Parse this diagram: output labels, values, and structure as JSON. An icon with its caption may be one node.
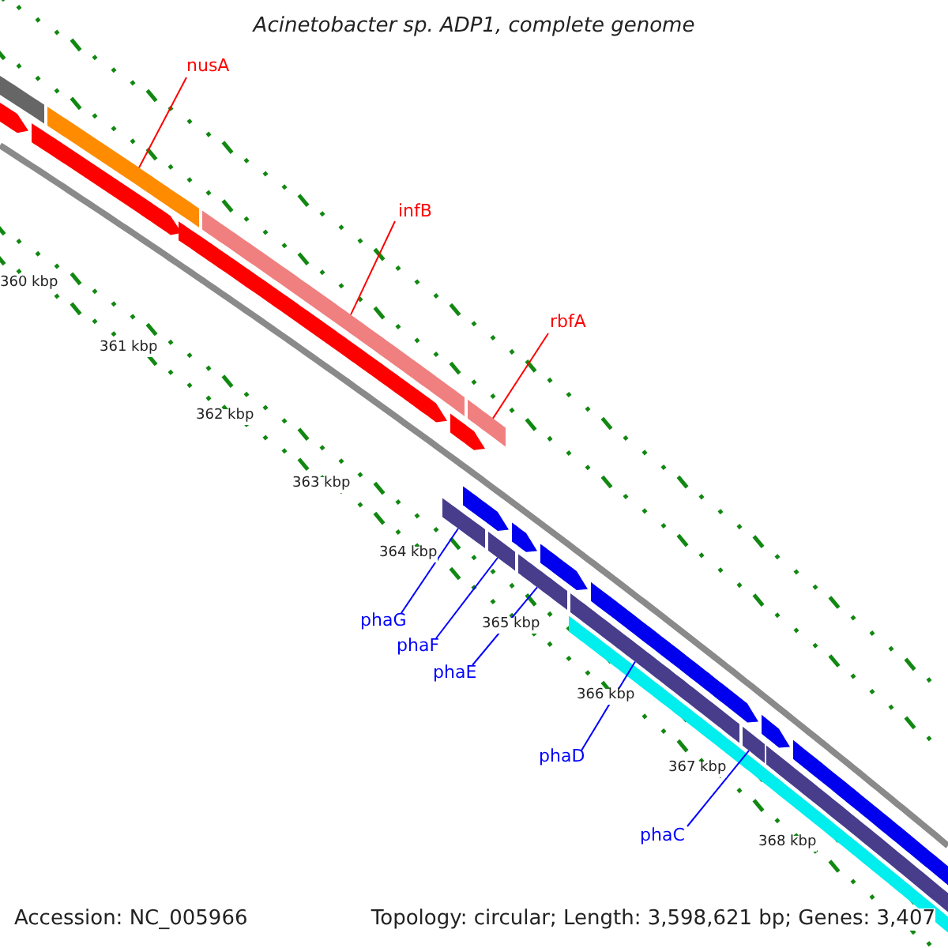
{
  "diagram": {
    "title": "Acinetobacter sp. ADP1, complete genome",
    "nodes": [
      {
        "text": [
          "nusA"
        ]
      },
      {
        "text": [],
        "shape": "bar"
      },
      {
        "text": [
          "infB"
        ]
      },
      {
        "text": [],
        "shape": "bar"
      },
      {
        "text": [
          "rbfA"
        ]
      },
      {
        "text": [],
        "shape": "bar"
      },
      {
        "text": [
          "phaG"
        ]
      },
      {
        "text": [],
        "shape": "bar"
      },
      {
        "text": [
          "phaF"
        ]
      },
      {
        "text": [],
        "shape": "bar"
      },
      {
        "text": [
          "phaE"
        ]
      },
      {
        "text": [],
        "shape": "bar"
      },
      {
        "text": [
          "phaD"
        ]
      },
      {
        "text": [],
        "shape": "bar"
      },
      {
        "text": [
          "phaC"
        ]
      },
      {
        "text": [],
        "shape": "bar"
      }
    ],
    "edges": [
      {
        "from": 0,
        "to": 1,
        "arrow": "none",
        "color": "#ff0000"
      },
      {
        "from": 2,
        "to": 3,
        "arrow": "none",
        "color": "#ff0000"
      },
      {
        "from": 4,
        "to": 5,
        "arrow": "none",
        "color": "#ff0000"
      },
      {
        "from": 6,
        "to": 7,
        "arrow": "none"
      },
      {
        "from": 8,
        "to": 9,
        "arrow": "none"
      },
      {
        "from": 10,
        "to": 11,
        "arrow": "none"
      },
      {
        "from": 12,
        "to": 13,
        "arrow": "none"
      },
      {
        "from": 14,
        "to": 15,
        "arrow": "none"
      }
    ],
    "labels": [
      "360 kbp",
      "361 kbp",
      "362 kbp",
      "363 kbp",
      "364 kbp",
      "365 kbp",
      "366 kbp",
      "367 kbp",
      "368 kbp",
      "Accession: NC_005966",
      "Topology: circular; Length: 3,598,621 bp; Genes: 3,407"
    ]
  }
}
